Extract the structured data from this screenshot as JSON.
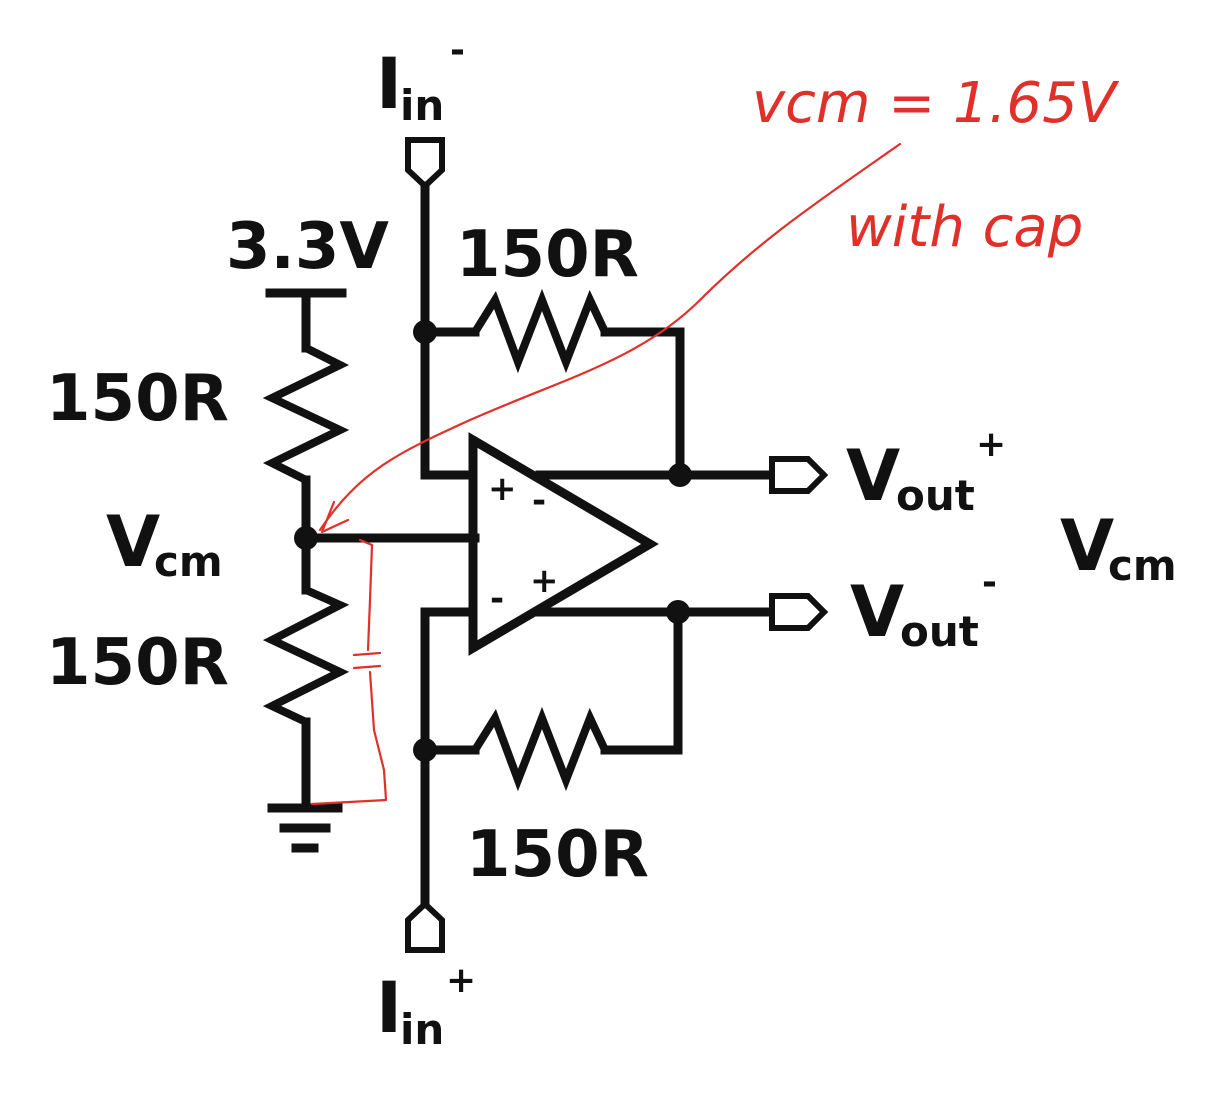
{
  "labels": {
    "iin_top": "I",
    "iin_top_sub": "in",
    "iin_top_sup": "-",
    "iin_bot": "I",
    "iin_bot_sub": "in",
    "iin_bot_sup": "+",
    "supply": "3.3V",
    "r_top_left": "150R",
    "r_bot_left": "150R",
    "r_feedback_top": "150R",
    "r_feedback_bot": "150R",
    "vcm_left": "V",
    "vcm_left_sub": "cm",
    "vcm_right": "V",
    "vcm_right_sub": "cm",
    "vout_pos": "V",
    "vout_pos_sub": "out",
    "vout_pos_sup": "+",
    "vout_neg": "V",
    "vout_neg_sub": "out",
    "vout_neg_sup": "-",
    "opamp_in_plus": "+",
    "opamp_in_minus": "-",
    "opamp_out_minus": "-",
    "opamp_out_plus": "+"
  },
  "annotation": {
    "line1": "vcm = 1.65V",
    "line2": "with cap",
    "color": "#e0302a"
  },
  "colors": {
    "ink": "#111111",
    "background": "#ffffff"
  }
}
